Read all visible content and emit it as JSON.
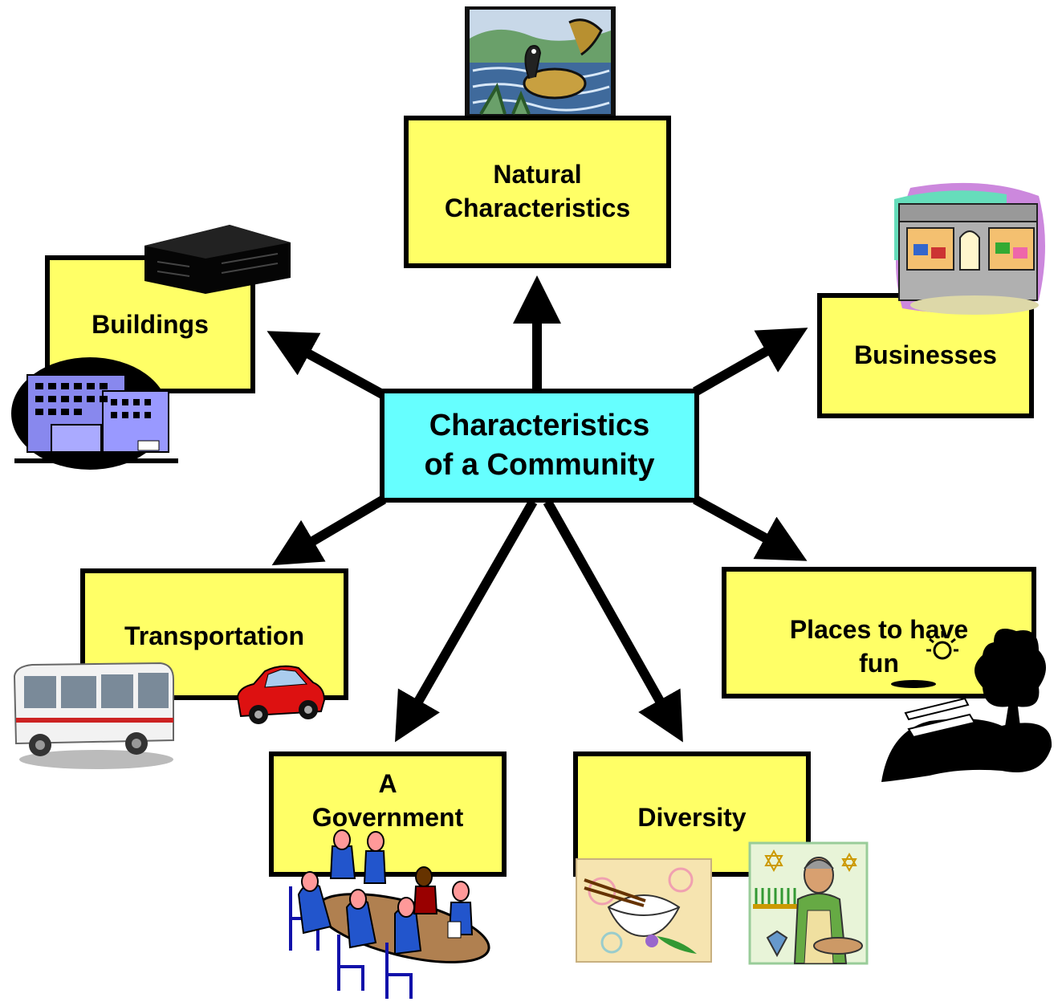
{
  "center": {
    "label": "Characteristics\nof a Community",
    "color": "#66ffff"
  },
  "nodes": {
    "natural": {
      "label": "Natural\nCharacteristics"
    },
    "buildings": {
      "label": "Buildings"
    },
    "businesses": {
      "label": "Businesses"
    },
    "transportation": {
      "label": "Transportation"
    },
    "places": {
      "label": "Places to have\nfun"
    },
    "government": {
      "label": "A\nGovernment"
    },
    "diversity": {
      "label": "Diversity"
    }
  },
  "colors": {
    "node": "#ffff66",
    "border": "#000000"
  },
  "icons": [
    "geese-landscape-icon",
    "dark-building-icon",
    "office-building-icon",
    "bookstore-icon",
    "bus-icon",
    "car-icon",
    "park-bench-icon",
    "meeting-table-icon",
    "rice-bowl-icon",
    "menorah-woman-icon"
  ]
}
